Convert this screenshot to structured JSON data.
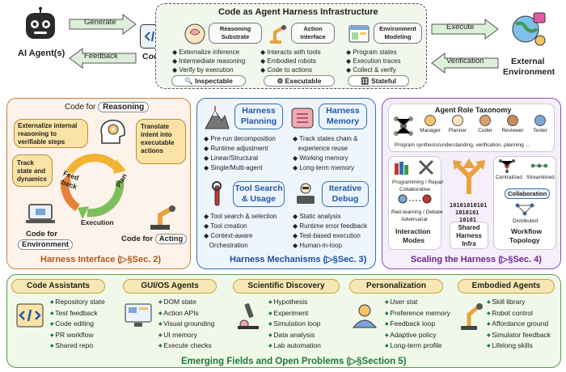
{
  "top": {
    "title": "Code as Agent Harness Infrastructure",
    "agent_label": "AI Agent(s)",
    "generate": "Generate",
    "feedback": "Feedback",
    "code_label": "Code",
    "execute": "Execute",
    "verification": "Verification",
    "env_label": [
      "External",
      "Environment"
    ],
    "columns": [
      {
        "title": [
          "Reasoning",
          "Substrate"
        ],
        "items": [
          "Externalize inference",
          "Intermediate reasoning",
          "Verify by execution"
        ],
        "badge": "Inspectable"
      },
      {
        "title": [
          "Action",
          "Interface"
        ],
        "items": [
          "Interacts with tools",
          "Embodied robots",
          "Code to actions"
        ],
        "badge": "Executable"
      },
      {
        "title": [
          "Environment",
          "Modeling"
        ],
        "items": [
          "Program states",
          "Execution traces",
          "Collect & verify"
        ],
        "badge": "Stateful"
      }
    ]
  },
  "interface": {
    "reasoning_title_prefix": "Code for",
    "reasoning_title": "Reasoning",
    "bubble_left": [
      "Externalize internal",
      "reasoning to",
      "verifiable steps"
    ],
    "bubble_right": [
      "Translate",
      "intent into",
      "executable",
      "actions"
    ],
    "track": [
      "Track",
      "state and",
      "dynamics"
    ],
    "feedback_word": [
      "Feed",
      "back"
    ],
    "plan_word": "Plan",
    "execution_word": "Execution",
    "env_title": [
      "Code for",
      "Environment"
    ],
    "acting_prefix": "Code for",
    "acting_title": "Acting",
    "footer": "Harness Interface (▷§Sec. 2)"
  },
  "mechanisms": {
    "planning": {
      "title": [
        "Harness",
        "Planning"
      ],
      "items": [
        "Pre-run decomposition",
        "Runtime adjustment",
        "Linear/Structural",
        "Single/Multi-agent"
      ]
    },
    "memory": {
      "title": [
        "Harness",
        "Memory"
      ],
      "items": [
        "Track states chain &",
        "experience reuse",
        "Working memory",
        "Long-term memory"
      ]
    },
    "tool": {
      "title": [
        "Tool Search",
        "& Usage"
      ],
      "items": [
        "Tool search & selection",
        "Tool creation",
        "Context-aware",
        "Orchestration"
      ]
    },
    "debug": {
      "title": [
        "Iterative",
        "Debug"
      ],
      "items": [
        "Static analysis",
        "Runtime error feedback",
        "Test-based execution",
        "Human-in-loop"
      ]
    },
    "footer": "Harness Mechanisms (▷§Sec. 3)"
  },
  "scaling": {
    "taxonomy_title": "Agent Role Taxonomy",
    "roles": [
      "Manager",
      "Planner",
      "Coder",
      "Reviewer",
      "Tester"
    ],
    "roles_caption": "Program synthesis/understanding, verification, planning ...",
    "modes": [
      "Programming / Repair",
      "Collaborative",
      "Red-teaming / Debate",
      "Adversarial"
    ],
    "modes_title": [
      "Interaction",
      "Modes"
    ],
    "binary": [
      "10101010101",
      "1010101",
      "10101"
    ],
    "infra": [
      "Shared",
      "Harness",
      "Infra"
    ],
    "topology": [
      "Centralized",
      "Streamlined",
      "Collaboration",
      "Distributed"
    ],
    "topology_title": [
      "Workflow",
      "Topology"
    ],
    "footer": "Scaling the Harness (▷§Sec. 4)"
  },
  "emerging": {
    "footer": "Emerging Fields and Open Problems (▷§Section 5)",
    "cards": [
      {
        "title": "Code Assistants",
        "items": [
          "Repository state",
          "Test feedback",
          "Code editing",
          "PR workflow",
          "Shared repo"
        ]
      },
      {
        "title": "GUI/OS Agents",
        "items": [
          "DOM state",
          "Action APIs",
          "Visual grounding",
          "UI memory",
          "Execute checks"
        ]
      },
      {
        "title": "Scientific Discovery",
        "items": [
          "Hypothesis",
          "Experiment",
          "Simulation loop",
          "Data analysis",
          "Lab automation"
        ]
      },
      {
        "title": "Personalization",
        "items": [
          "User stat",
          "Preference memory",
          "Feedback loop",
          "Adaptive policy",
          "Long-term profile"
        ]
      },
      {
        "title": "Embodied Agents",
        "items": [
          "Skill library",
          "Robot control",
          "Affordance ground",
          "Simulator feedback",
          "Lifelong skills"
        ]
      }
    ]
  }
}
